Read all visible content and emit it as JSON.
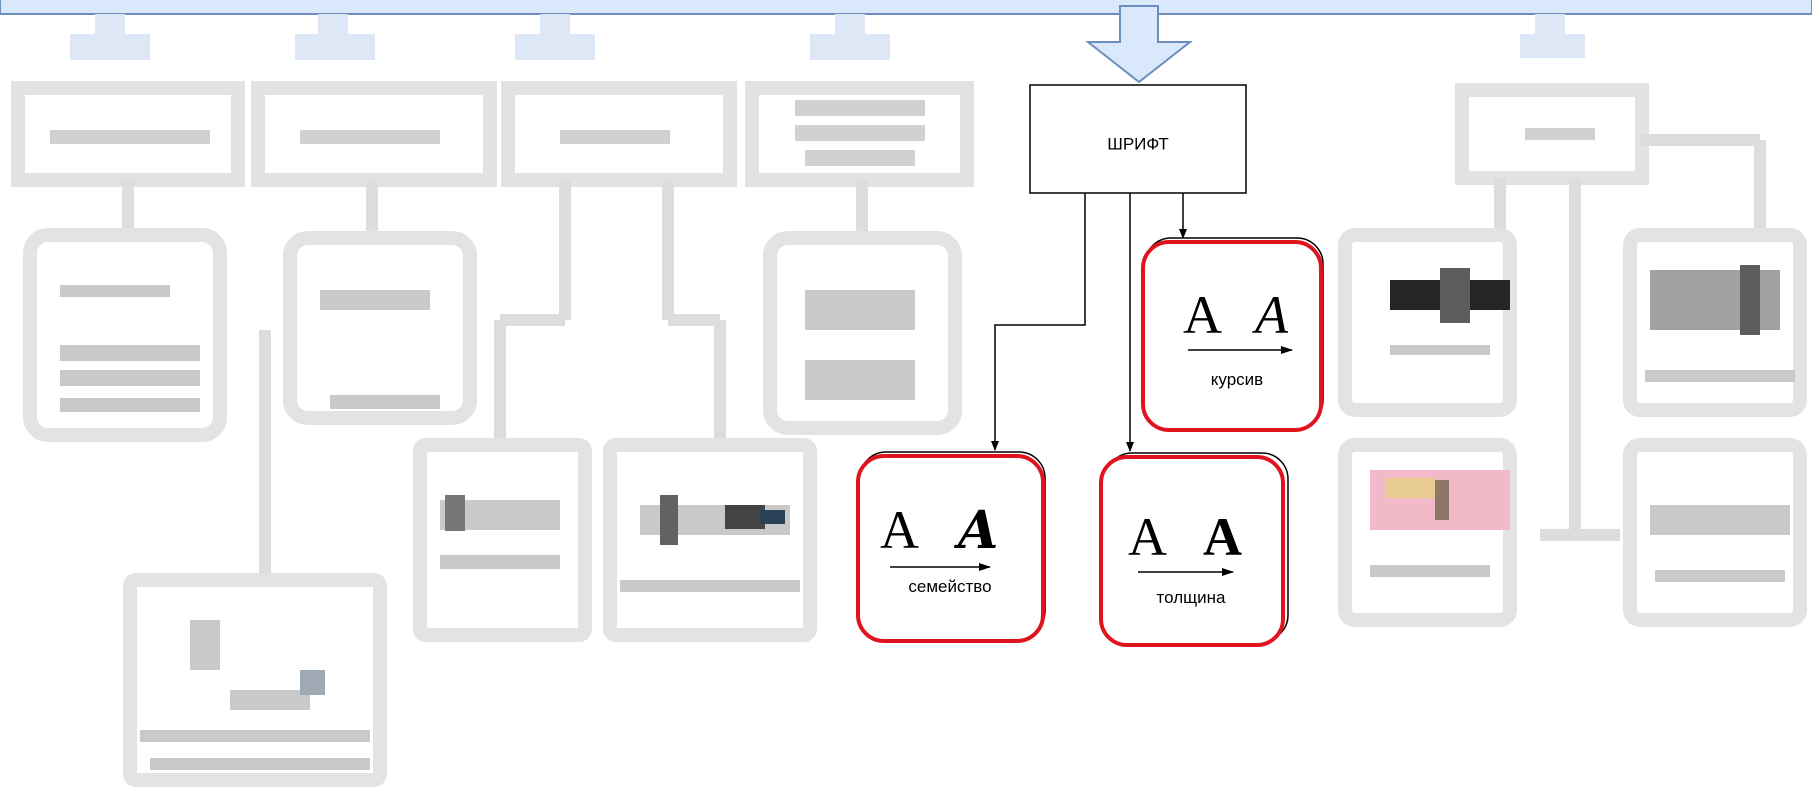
{
  "colors": {
    "top_bar_fill": "#dae8fc",
    "top_bar_stroke": "#6c8ebf",
    "arrow_fill": "#dae8fc",
    "arrow_stroke": "#6c8ebf",
    "highlight_stroke": "#e0141e",
    "blur_gray": "#e4e4e4",
    "blur_dark": "#b9b9b9"
  },
  "center_node": {
    "label": "ШРИФТ"
  },
  "cards": [
    {
      "id": "italic",
      "label": "курсив",
      "letter_regular": "A",
      "letter_variant": "A",
      "variant": "italic"
    },
    {
      "id": "family",
      "label": "семейство",
      "letter_regular": "A",
      "letter_variant": "A",
      "variant": "family"
    },
    {
      "id": "weight",
      "label": "толщина",
      "letter_regular": "A",
      "letter_variant": "A",
      "variant": "bold"
    }
  ],
  "obscured_region": {
    "note_visible": false
  }
}
